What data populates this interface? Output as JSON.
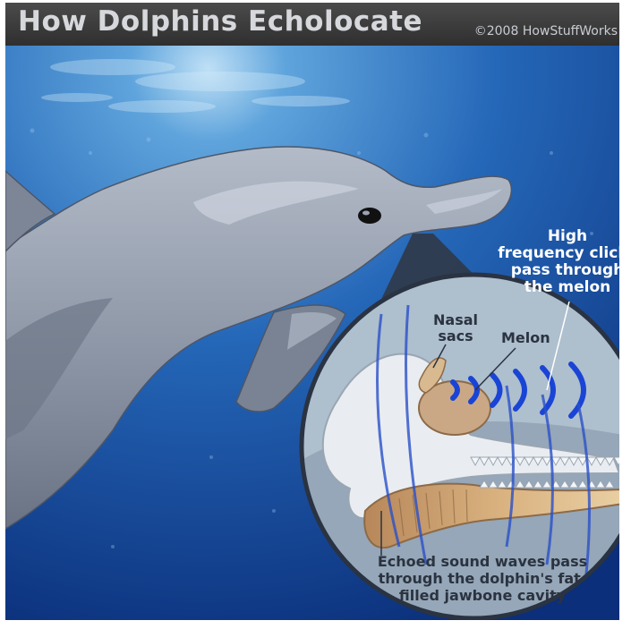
{
  "header": {
    "title": "How Dolphins Echolocate",
    "copyright": "©2008 HowStuffWorks"
  },
  "labels": {
    "clicks": [
      "High",
      "frequency clicks",
      "pass through",
      "the melon"
    ],
    "nasal": [
      "Nasal",
      "sacs"
    ],
    "melon": "Melon",
    "echo": [
      "Echoed sound waves pass",
      "through the dolphin's fat-",
      "filled jawbone cavity"
    ]
  },
  "colors": {
    "ocean_light": "#3f86c9",
    "ocean_dark": "#0b2f7a",
    "dolphin": "#8a93a3",
    "label_white": "#ffffff",
    "label_dark": "#2b3340",
    "wave_blue": "#1a44d6"
  }
}
